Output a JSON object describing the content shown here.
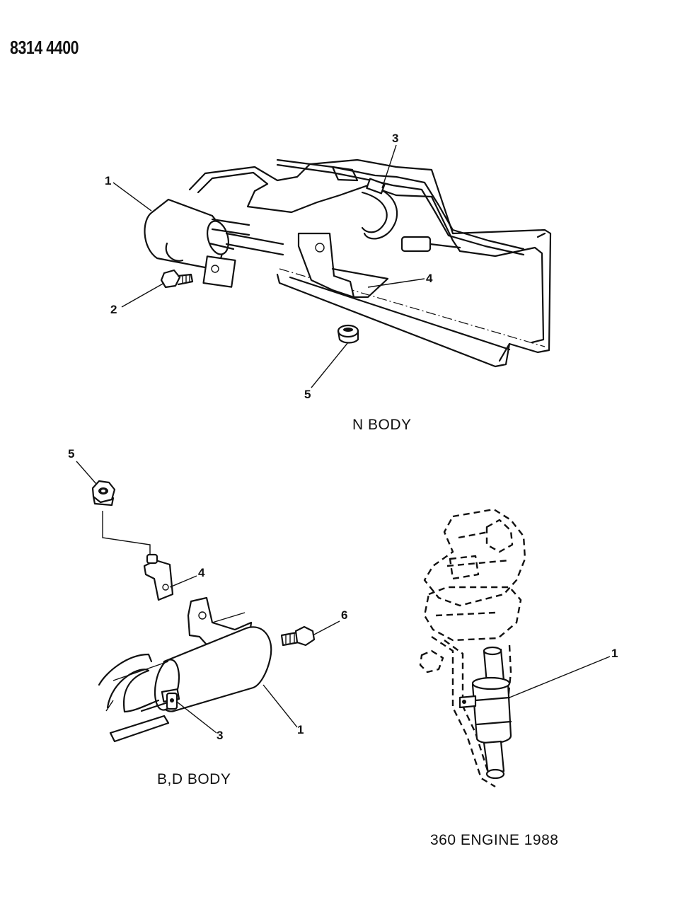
{
  "diagram_code": "8314 4400",
  "views": [
    {
      "caption": "N BODY"
    },
    {
      "caption": "B,D BODY"
    },
    {
      "caption": "360 ENGINE 1988"
    }
  ],
  "callouts": {
    "n_body": [
      "1",
      "2",
      "3",
      "4",
      "5"
    ],
    "bd_body": [
      "5",
      "4",
      "6",
      "3",
      "1"
    ],
    "engine": [
      "1"
    ]
  }
}
